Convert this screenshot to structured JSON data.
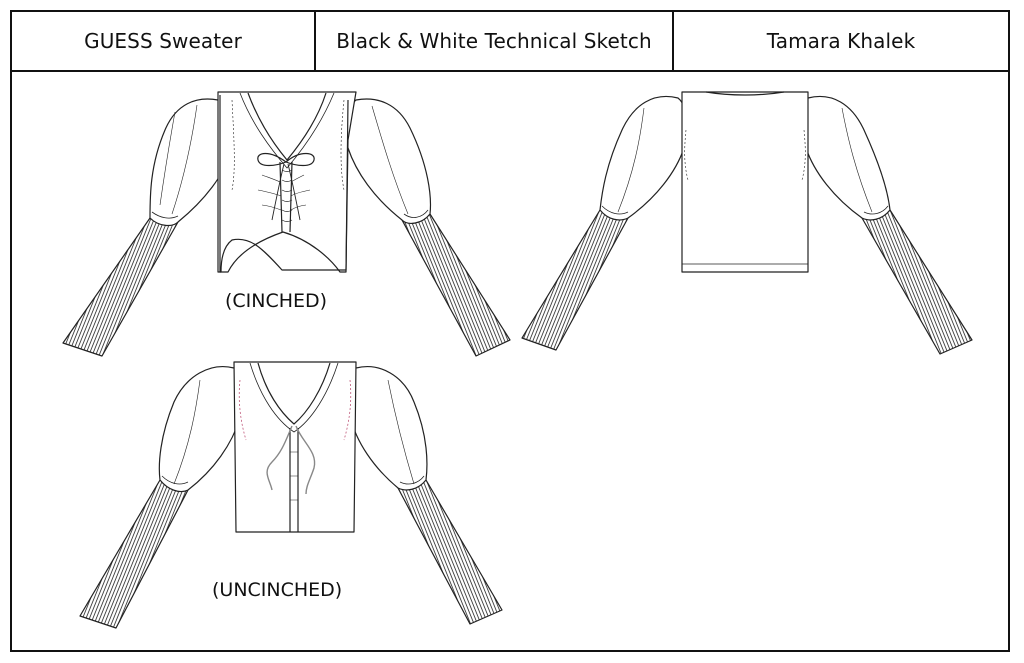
{
  "header": {
    "product": "GUESS Sweater",
    "sheet_type": "Black & White Technical Sketch",
    "designer": "Tamara Khalek"
  },
  "views": {
    "front_cinched_label": "(CINCHED)",
    "front_uncinched_label": "(UNCINCHED)"
  },
  "colors": {
    "line": "#222222",
    "accent_stitch": "#c0587a",
    "drawstring": "#888888"
  }
}
